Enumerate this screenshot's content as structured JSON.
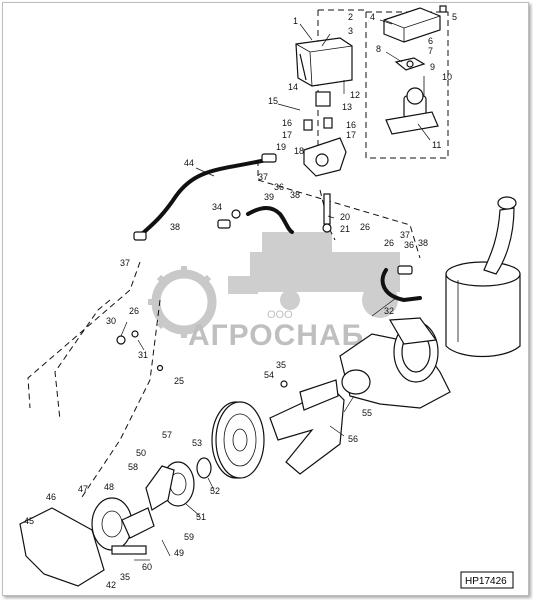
{
  "watermark": {
    "company_form": "ООО",
    "brand": "АГРОСНАБ"
  },
  "figure_code": "HP17426",
  "callouts": [
    {
      "id": "c1",
      "label": "1"
    },
    {
      "id": "c2",
      "label": "2"
    },
    {
      "id": "c3",
      "label": "3"
    },
    {
      "id": "c4",
      "label": "4"
    },
    {
      "id": "c5",
      "label": "5"
    },
    {
      "id": "c6",
      "label": "6"
    },
    {
      "id": "c7",
      "label": "7"
    },
    {
      "id": "c8",
      "label": "8"
    },
    {
      "id": "c9",
      "label": "9"
    },
    {
      "id": "c10",
      "label": "10"
    },
    {
      "id": "c11",
      "label": "11"
    },
    {
      "id": "c12",
      "label": "12"
    },
    {
      "id": "c13",
      "label": "13"
    },
    {
      "id": "c14",
      "label": "14"
    },
    {
      "id": "c15",
      "label": "15"
    },
    {
      "id": "c16a",
      "label": "16"
    },
    {
      "id": "c16b",
      "label": "16"
    },
    {
      "id": "c17a",
      "label": "17"
    },
    {
      "id": "c17b",
      "label": "17"
    },
    {
      "id": "c18",
      "label": "18"
    },
    {
      "id": "c19",
      "label": "19"
    },
    {
      "id": "c20",
      "label": "20"
    },
    {
      "id": "c21",
      "label": "21"
    },
    {
      "id": "c25",
      "label": "25"
    },
    {
      "id": "c26a",
      "label": "26"
    },
    {
      "id": "c26b",
      "label": "26"
    },
    {
      "id": "c26c",
      "label": "26"
    },
    {
      "id": "c30",
      "label": "30"
    },
    {
      "id": "c31",
      "label": "31"
    },
    {
      "id": "c32",
      "label": "32"
    },
    {
      "id": "c34",
      "label": "34"
    },
    {
      "id": "c35a",
      "label": "35"
    },
    {
      "id": "c35b",
      "label": "35"
    },
    {
      "id": "c36a",
      "label": "36"
    },
    {
      "id": "c36b",
      "label": "36"
    },
    {
      "id": "c37a",
      "label": "37"
    },
    {
      "id": "c37b",
      "label": "37"
    },
    {
      "id": "c37c",
      "label": "37"
    },
    {
      "id": "c38a",
      "label": "38"
    },
    {
      "id": "c38b",
      "label": "38"
    },
    {
      "id": "c38c",
      "label": "38"
    },
    {
      "id": "c39",
      "label": "39"
    },
    {
      "id": "c42",
      "label": "42"
    },
    {
      "id": "c44",
      "label": "44"
    },
    {
      "id": "c45",
      "label": "45"
    },
    {
      "id": "c46",
      "label": "46"
    },
    {
      "id": "c47",
      "label": "47"
    },
    {
      "id": "c48",
      "label": "48"
    },
    {
      "id": "c49",
      "label": "49"
    },
    {
      "id": "c50",
      "label": "50"
    },
    {
      "id": "c51",
      "label": "51"
    },
    {
      "id": "c52",
      "label": "52"
    },
    {
      "id": "c53",
      "label": "53"
    },
    {
      "id": "c54",
      "label": "54"
    },
    {
      "id": "c55",
      "label": "55"
    },
    {
      "id": "c56",
      "label": "56"
    },
    {
      "id": "c57",
      "label": "57"
    },
    {
      "id": "c58",
      "label": "58"
    },
    {
      "id": "c59",
      "label": "59"
    },
    {
      "id": "c60",
      "label": "60"
    }
  ]
}
